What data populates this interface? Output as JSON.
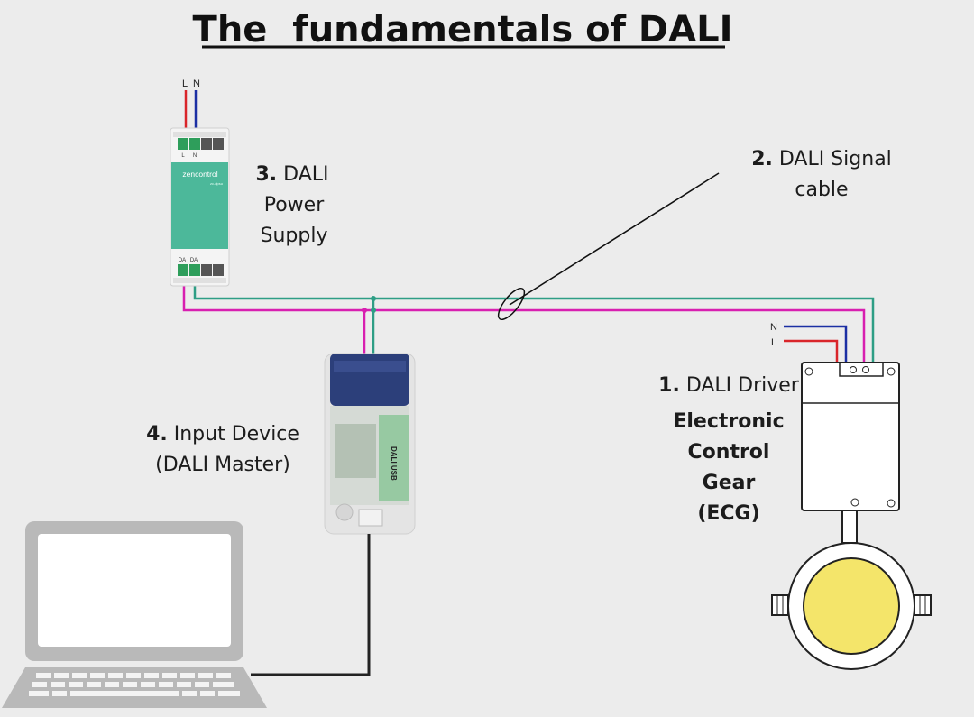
{
  "title": "The  fundamentals of DALI",
  "power_supply": {
    "label_number": "3.",
    "label_lines": [
      "DALI",
      "Power",
      "Supply"
    ],
    "brand": "zencontrol",
    "model": "zc-dpsu",
    "input_terminals": [
      "L",
      "N"
    ],
    "output_terminals": [
      "DA",
      "DA"
    ],
    "mains_labels": [
      "L",
      "N"
    ]
  },
  "signal_cable": {
    "label_number": "2.",
    "label_lines": [
      "DALI Signal",
      "cable"
    ]
  },
  "input_device": {
    "label_number": "4.",
    "label_lines": [
      "Input Device",
      "(DALI Master)"
    ],
    "usb_text": "DALI USB"
  },
  "driver": {
    "label_number": "1.",
    "label_lines": [
      "DALI Driver"
    ],
    "ecg_lines": [
      "Electronic",
      "Control",
      "Gear",
      "(ECG)"
    ],
    "mains_labels": [
      "N",
      "L"
    ]
  },
  "colors": {
    "live": "#d9252a",
    "neutral": "#1b2fa3",
    "dali_a": "#2e9e85",
    "dali_b": "#d81fb0",
    "psu_green": "#4cb89a",
    "usb_blue": "#2c3f7a",
    "lamp": "#f4e56a",
    "laptop": "#b9b9b9"
  },
  "icons": [
    "psu-icon",
    "usb-interface-icon",
    "laptop-icon",
    "driver-icon",
    "luminaire-icon"
  ]
}
